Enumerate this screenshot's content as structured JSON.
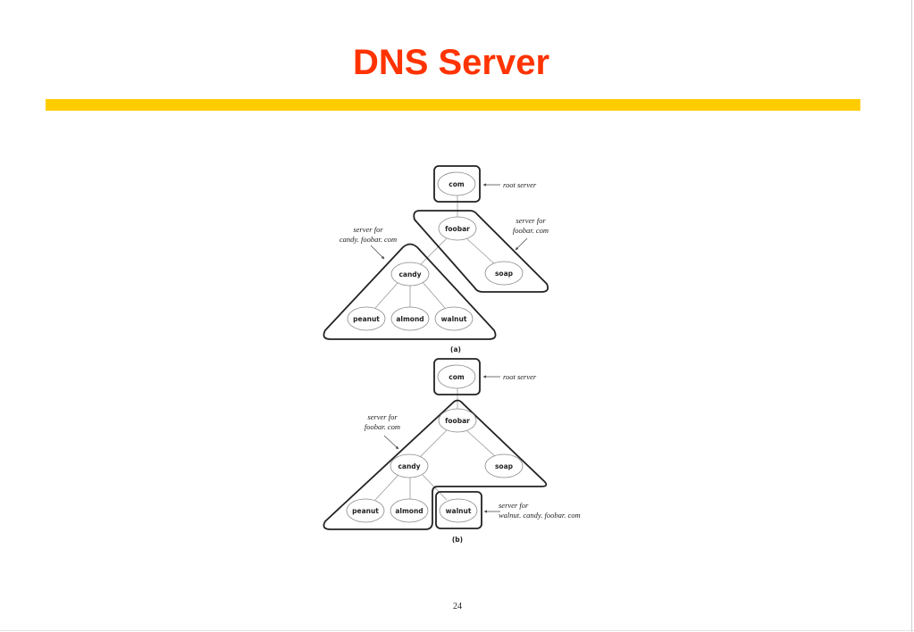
{
  "slide": {
    "title": "DNS Server",
    "page_number": "24",
    "accent_color": "#ff3300",
    "bar_color": "#ffcc00"
  },
  "diagram_a": {
    "caption": "(a)",
    "nodes": [
      "com",
      "foobar",
      "soap",
      "candy",
      "peanut",
      "almond",
      "walnut"
    ],
    "annotations": {
      "root": "root server",
      "foobar_1": "server for",
      "foobar_2": "foobar. com",
      "candy_1": "server for",
      "candy_2": "candy. foobar. com"
    }
  },
  "diagram_b": {
    "caption": "(b)",
    "nodes": [
      "com",
      "foobar",
      "candy",
      "soap",
      "peanut",
      "almond",
      "walnut"
    ],
    "annotations": {
      "root": "root server",
      "foobar_1": "server for",
      "foobar_2": "foobar. com",
      "walnut_1": "server for",
      "walnut_2": "walnut. candy. foobar. com"
    }
  }
}
